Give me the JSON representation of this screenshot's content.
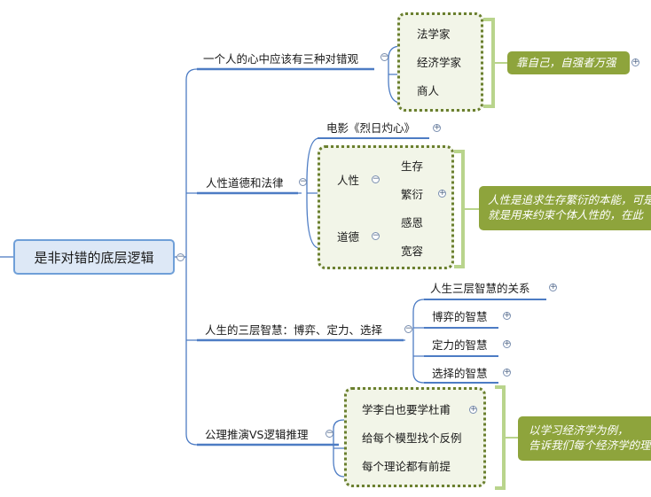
{
  "root": {
    "label": "是非对错的底层逻辑"
  },
  "branches": [
    {
      "label": "一个人的心中应该有三种对错观",
      "children": [
        "法学家",
        "经济学家",
        "商人"
      ],
      "callout": {
        "lines": [
          "靠自己，自强者万强"
        ]
      }
    },
    {
      "label": "人性道德和法律",
      "movie": "电影《烈日灼心》",
      "groups": [
        {
          "label": "人性",
          "children": [
            "生存",
            "繁衍"
          ]
        },
        {
          "label": "道德",
          "children": [
            "感恩",
            "宽容"
          ]
        }
      ],
      "callout": {
        "lines": [
          "人性是追求生存繁衍的本能，可是",
          "就是用来约束个体人性的，在此"
        ]
      }
    },
    {
      "label": "人生的三层智慧：博弈、定力、选择",
      "children": [
        "人生三层智慧的关系",
        "博弈的智慧",
        "定力的智慧",
        "选择的智慧"
      ]
    },
    {
      "label": "公理推演VS逻辑推理",
      "children": [
        "学李白也要学杜甫",
        "给每个模型找个反例",
        "每个理论都有前提"
      ],
      "callout": {
        "lines": [
          "以学习经济学为例，",
          "告诉我们每个经济学的理"
        ]
      }
    }
  ],
  "colors": {
    "line": "#4d7cc4",
    "box_border": "#6a7f2e",
    "box_fill": "#f2f5e8",
    "bracket": "#b9d48c",
    "callout": "#8ea43c"
  }
}
